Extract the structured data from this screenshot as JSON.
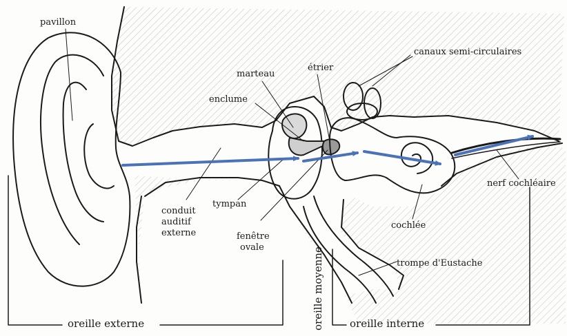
{
  "labels": {
    "pavillon": "pavillon",
    "canaux": "canaux semi-circulaires",
    "marteau": "marteau",
    "etrier": "étrier",
    "enclume": "enclume",
    "nerf": "nerf cochléaire",
    "conduit_1": "conduit",
    "conduit_2": "auditif",
    "conduit_3": "externe",
    "tympan": "tympan",
    "fenetre_1": "fenêtre",
    "fenetre_2": "ovale",
    "cochlee": "cochlée",
    "trompe": "trompe d'Eustache",
    "oreille_moyenne": "oreille moyenne",
    "oreille_externe": "oreille externe",
    "oreille_interne": "oreille interne"
  },
  "colors": {
    "ink": "#1a1a1a",
    "arrow": "#4a72b8"
  }
}
